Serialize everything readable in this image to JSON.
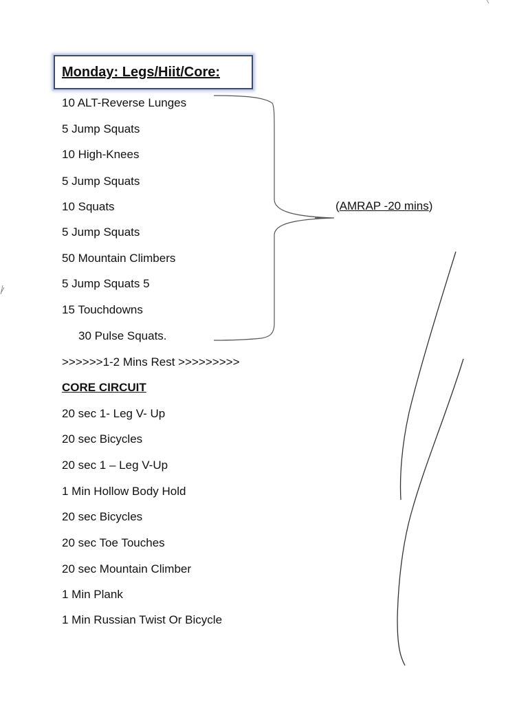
{
  "title": "Monday: Legs/Hiit/Core:",
  "amrap": {
    "open": "(",
    "text": "AMRAP -20 mins",
    "close": ")"
  },
  "lines": [
    "10 ALT-Reverse Lunges",
    "5 Jump Squats",
    "10 High-Knees",
    "5 Jump Squats",
    "10 Squats",
    "5 Jump Squats",
    "50 Mountain Climbers",
    "5 Jump Squats 5",
    "15 Touchdowns",
    "30 Pulse Squats.",
    ">>>>>>1-2 Mins Rest >>>>>>>>>",
    "CORE CIRCUIT",
    "20 sec 1- Leg V- Up",
    "20 sec Bicycles",
    "20 sec 1 – Leg V-Up",
    "1 Min Hollow Body Hold",
    "20 sec Bicycles",
    "20 sec Toe Touches",
    "20 sec Mountain Climber",
    "1 Min Plank",
    "1 Min Russian Twist Or Bicycle"
  ]
}
